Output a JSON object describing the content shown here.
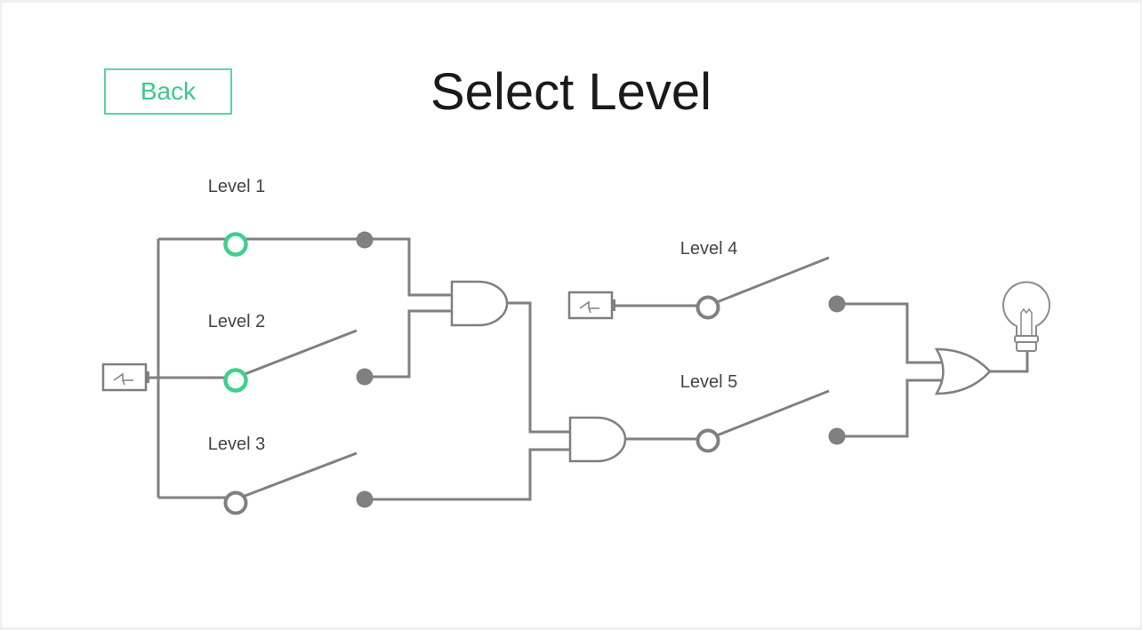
{
  "header": {
    "back_label": "Back",
    "title": "Select Level"
  },
  "levels": [
    {
      "label": "Level 1",
      "unlocked": true
    },
    {
      "label": "Level 2",
      "unlocked": true
    },
    {
      "label": "Level 3",
      "unlocked": false
    },
    {
      "label": "Level 4",
      "unlocked": false
    },
    {
      "label": "Level 5",
      "unlocked": false
    }
  ],
  "colors": {
    "accent": "#3fcf8e",
    "wire": "#808080",
    "text": "#1a1a1a"
  },
  "icons": [
    "battery-icon",
    "battery-icon",
    "lightbulb-icon",
    "and-gate-icon",
    "and-gate-icon",
    "or-gate-icon"
  ]
}
